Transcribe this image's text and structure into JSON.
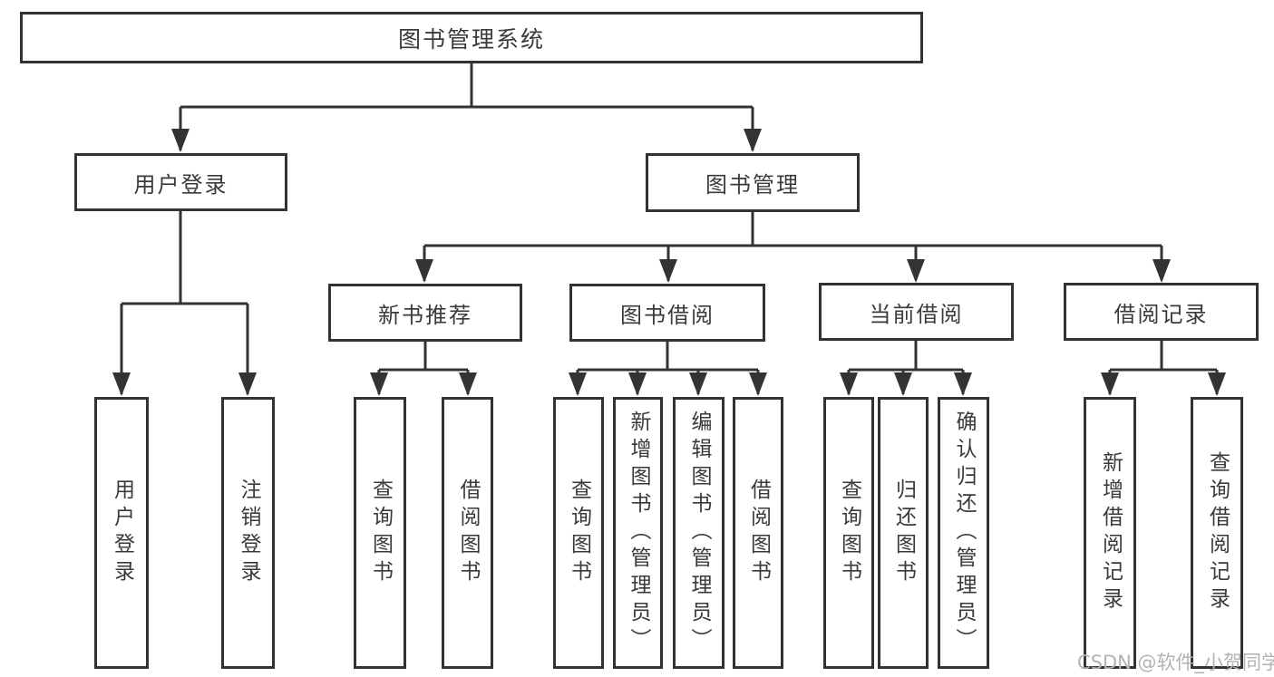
{
  "title": "图书管理系统",
  "watermark": "CSDN @软件_小贺同学",
  "colors": {
    "line": "#333333",
    "text": "#3a3a3a",
    "background": "#ffffff",
    "watermark": "#b3b3b3"
  },
  "nodes": {
    "root": {
      "label": "图书管理系统"
    },
    "user_login": {
      "label": "用户登录"
    },
    "book_mgmt": {
      "label": "图书管理"
    },
    "new_book_rec": {
      "label": "新书推荐"
    },
    "book_borrow": {
      "label": "图书借阅"
    },
    "current_borrow": {
      "label": "当前借阅"
    },
    "borrow_records": {
      "label": "借阅记录"
    },
    "leaf_user_login": {
      "label": "用户登录"
    },
    "leaf_logout": {
      "label": "注销登录"
    },
    "leaf_query_book_new": {
      "label": "查询图书"
    },
    "leaf_borrow_book_new": {
      "label": "借阅图书"
    },
    "leaf_query_book_borrow": {
      "label": "查询图书"
    },
    "leaf_add_book": {
      "label": "新增图书（管理员）"
    },
    "leaf_edit_book": {
      "label": "编辑图书（管理员）"
    },
    "leaf_borrow_book": {
      "label": "借阅图书"
    },
    "leaf_query_book_current": {
      "label": "查询图书"
    },
    "leaf_return_book": {
      "label": "归还图书"
    },
    "leaf_confirm_return": {
      "label": "确认归还（管理员）"
    },
    "leaf_add_borrow_record": {
      "label": "新增借阅记录"
    },
    "leaf_query_borrow_record": {
      "label": "查询借阅记录"
    }
  },
  "hierarchy": {
    "图书管理系统": [
      "用户登录",
      "图书管理"
    ],
    "用户登录": [
      "用户登录",
      "注销登录"
    ],
    "图书管理": [
      "新书推荐",
      "图书借阅",
      "当前借阅",
      "借阅记录"
    ],
    "新书推荐": [
      "查询图书",
      "借阅图书"
    ],
    "图书借阅": [
      "查询图书",
      "新增图书（管理员）",
      "编辑图书（管理员）",
      "借阅图书"
    ],
    "当前借阅": [
      "查询图书",
      "归还图书",
      "确认归还（管理员）"
    ],
    "借阅记录": [
      "新增借阅记录",
      "查询借阅记录"
    ]
  }
}
